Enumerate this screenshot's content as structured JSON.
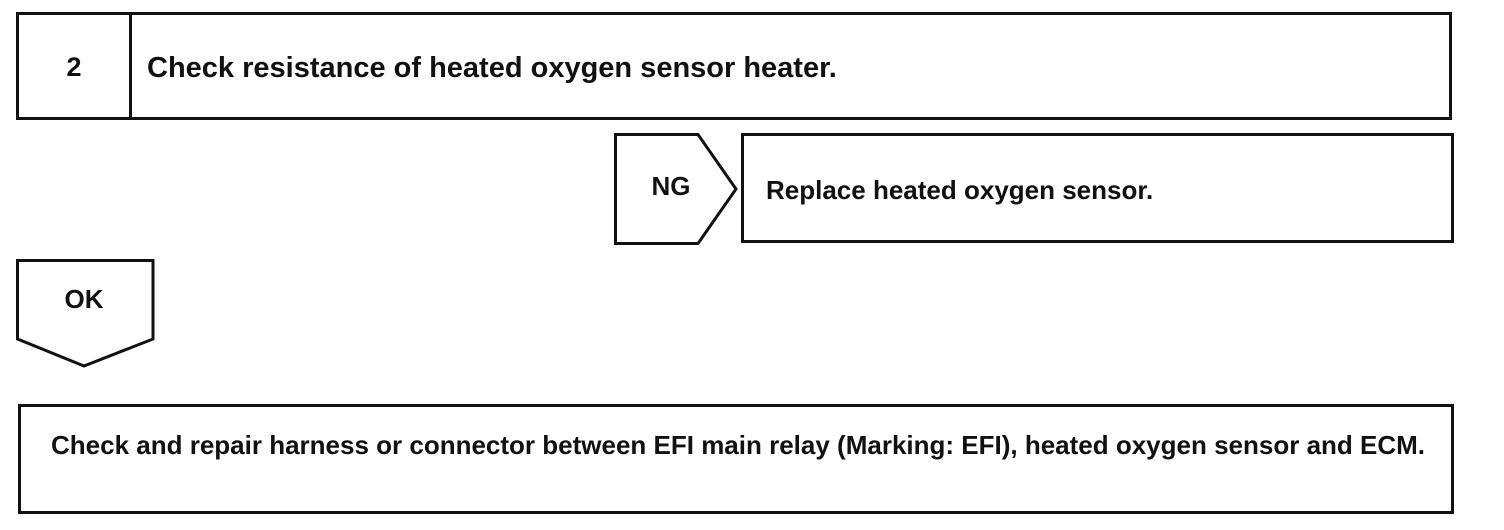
{
  "step": {
    "number": "2",
    "title": "Check resistance of heated oxygen sensor heater."
  },
  "ng_branch": {
    "label": "NG",
    "action": "Replace heated oxygen sensor."
  },
  "ok_branch": {
    "label": "OK"
  },
  "final_action": {
    "text": "Check and repair harness or connector between EFI main relay (Marking: EFI), heated oxygen sensor and ECM."
  }
}
